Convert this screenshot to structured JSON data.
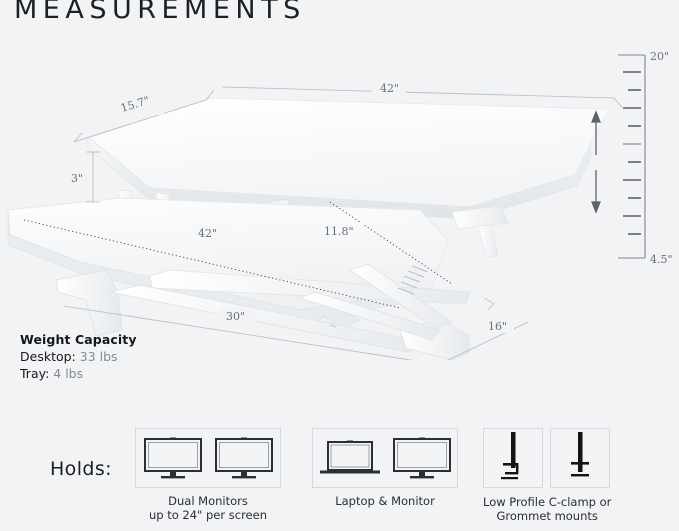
{
  "page": {
    "title": "MEASUREMENTS",
    "background_color": "#f1f3f5",
    "dim_text_color": "#6a6f75"
  },
  "dimensions": {
    "desktop_depth": "15.7\"",
    "desktop_width": "42\"",
    "tray_gap": "3\"",
    "tray_width": "42\"",
    "tray_depth": "11.8\"",
    "base_width": "30\"",
    "base_depth": "16\"",
    "height_max": "20\"",
    "height_min": "4.5\""
  },
  "weight_capacity": {
    "heading": "Weight Capacity",
    "rows": [
      {
        "label": "Desktop:",
        "value": "33 lbs"
      },
      {
        "label": "Tray:",
        "value": "4 lbs"
      }
    ]
  },
  "holds": {
    "label": "Holds:",
    "items": [
      {
        "icon": "dual-monitors-icon",
        "caption_line1": "Dual Monitors",
        "caption_line2": "up to 24\" per screen"
      },
      {
        "icon": "laptop-and-monitor-icon",
        "caption_line1": "Laptop & Monitor",
        "caption_line2": ""
      },
      {
        "icon": "c-clamp-grommet-icon",
        "caption_line1": "Low Profile C-clamp or",
        "caption_line2": "Grommet mounts"
      }
    ]
  }
}
